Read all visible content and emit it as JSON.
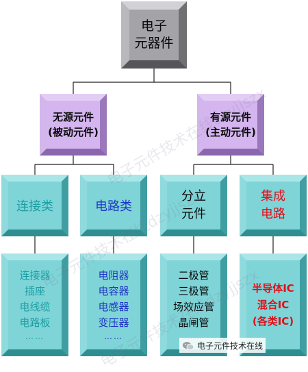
{
  "diagram": {
    "root": {
      "lines": [
        "电子",
        "元器件"
      ]
    },
    "level2": [
      {
        "id": "passive",
        "lines": [
          "无源元件",
          "(被动元件)"
        ]
      },
      {
        "id": "active",
        "lines": [
          "有源元件",
          "(主动元件)"
        ]
      }
    ],
    "level3": [
      {
        "id": "connectors",
        "lines": [
          "连接类"
        ]
      },
      {
        "id": "circuits",
        "lines": [
          "电路类"
        ]
      },
      {
        "id": "discrete",
        "lines": [
          "分立",
          "元件"
        ]
      },
      {
        "id": "ic",
        "lines": [
          "集成",
          "电路"
        ]
      }
    ],
    "level4": [
      {
        "id": "connectors",
        "lines": [
          "连接器",
          "插座",
          "电线缆",
          "电路板",
          "……"
        ]
      },
      {
        "id": "circuits",
        "lines": [
          "电阻器",
          "电容器",
          "电感器",
          "变压器",
          "……"
        ]
      },
      {
        "id": "discrete",
        "lines": [
          "二极管",
          "三极管",
          "场效应管",
          "晶闸管",
          "……"
        ]
      },
      {
        "id": "ic",
        "lines": [
          "半导体IC",
          "混合IC",
          "(各类IC)"
        ]
      }
    ],
    "colors": {
      "root_gray": "#a3a3a8",
      "level2_purple": "#d4b5ef",
      "teal": "#7fd4d7",
      "teal_text": "#1b9fa4",
      "blue_text": "#1d33c4",
      "red_text": "#e0101a",
      "connector": "#222222"
    }
  },
  "watermark": {
    "text": "电子元件技术在线dzyjjszx"
  },
  "footer": {
    "icon": "wechat-icon",
    "text": "电子元件技术在线"
  }
}
